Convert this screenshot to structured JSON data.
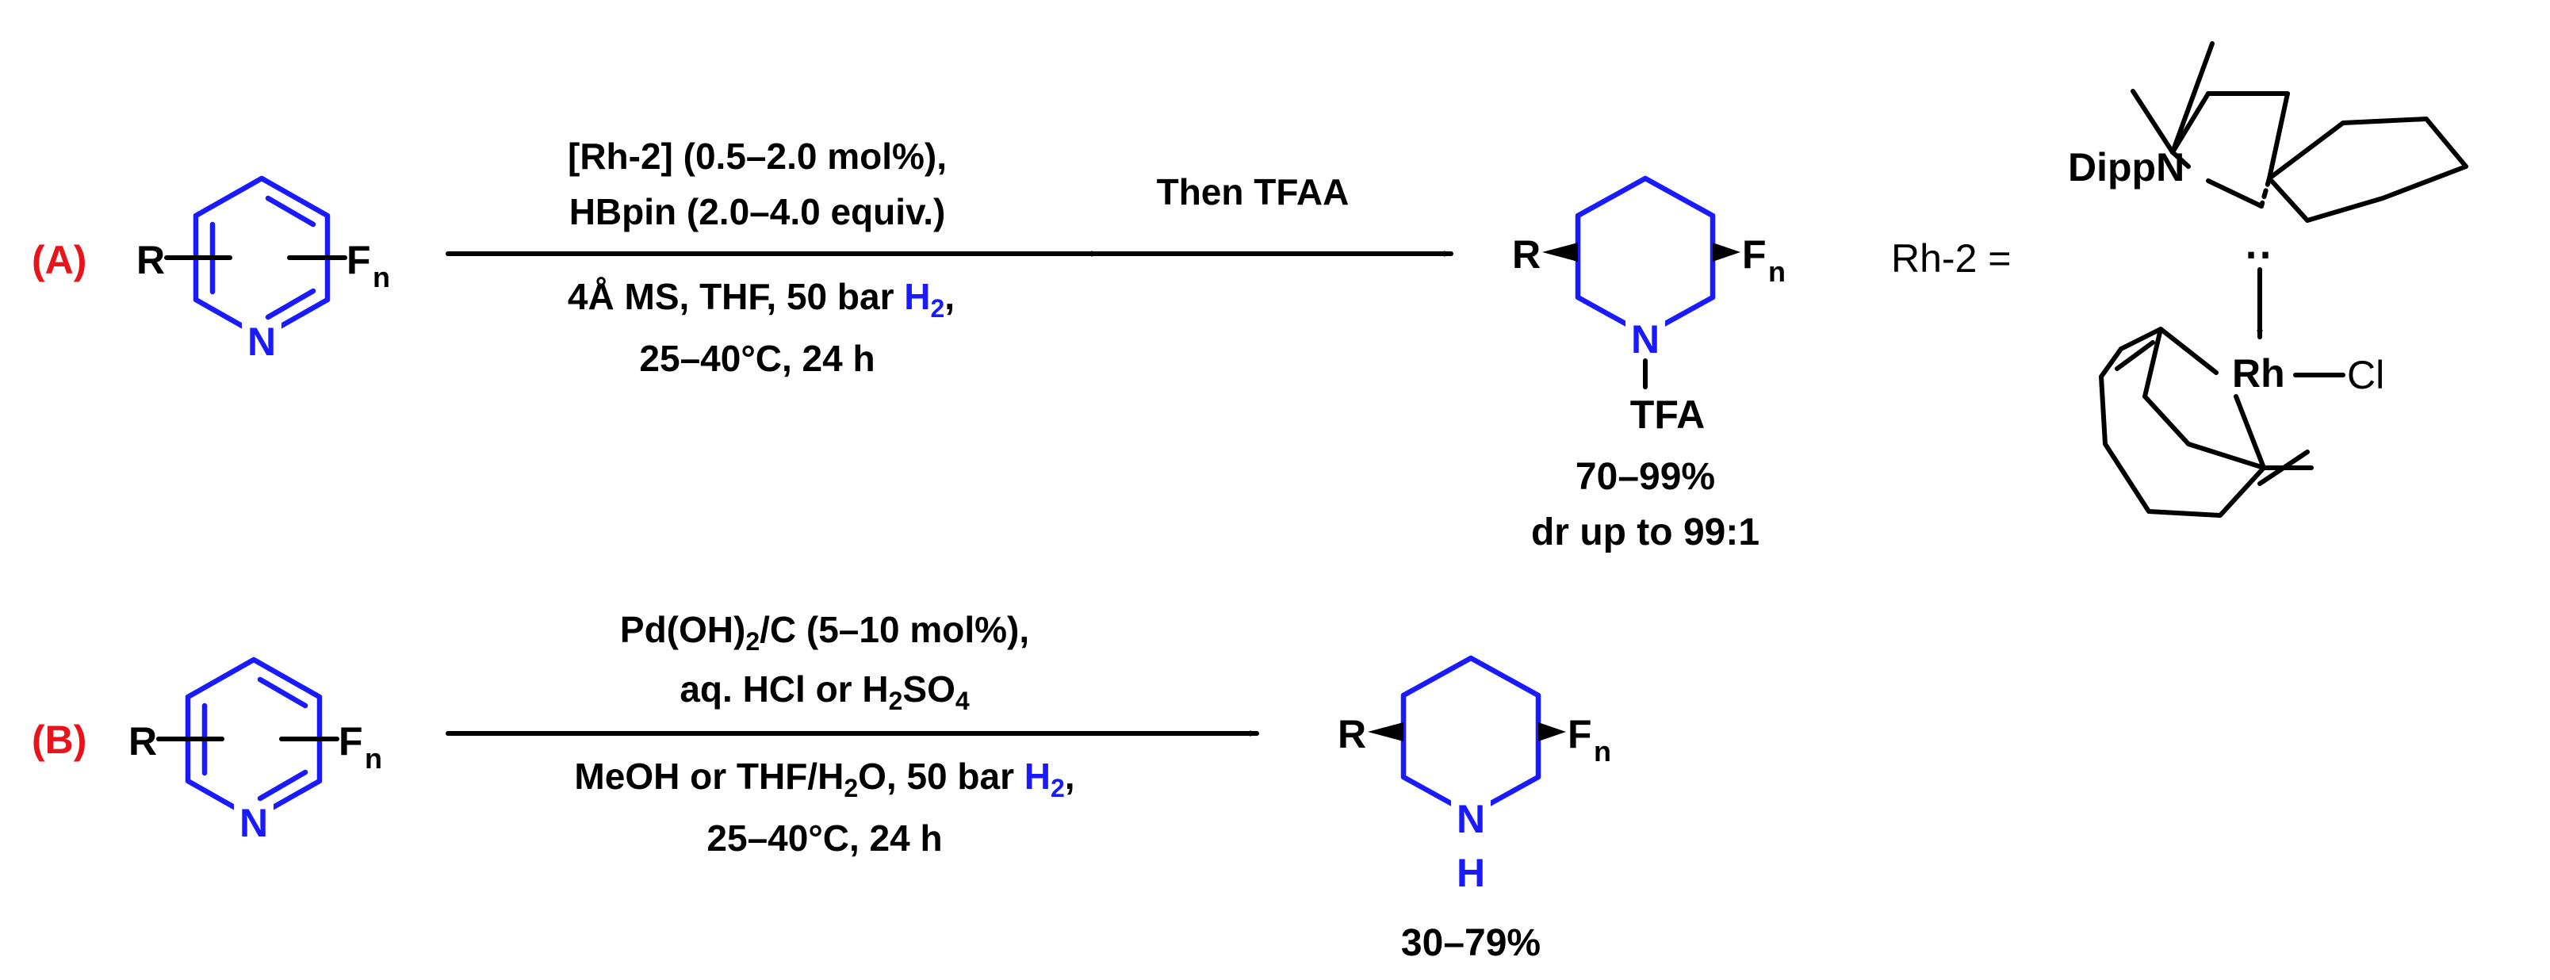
{
  "scheme_a": {
    "label": "(A)",
    "substrate": {
      "r": "R",
      "f": "F",
      "f_sub": "n",
      "n": "N"
    },
    "conditions_above_1": "[Rh-2] (0.5–2.0 mol%),",
    "conditions_above_2": "HBpin (2.0–4.0 equiv.)",
    "conditions_below_1": "4Å MS, THF, 50 bar ",
    "conditions_below_h": "H",
    "conditions_below_h_sub": "2",
    "conditions_below_end": ",",
    "conditions_below_2": "25–40°C, 24 h",
    "step2": "Then TFAA",
    "product": {
      "r": "R",
      "f": "F",
      "f_sub": "n",
      "n": "N",
      "protect": "TFA"
    },
    "yield": "70–99%",
    "dr": "dr up to 99:1"
  },
  "catalyst": {
    "label": "Rh-2 =",
    "dipp": "DippN",
    "rh": "Rh",
    "cl": "Cl",
    "lone_pair": "‥"
  },
  "scheme_b": {
    "label": "(B)",
    "substrate": {
      "r": "R",
      "f": "F",
      "f_sub": "n",
      "n": "N"
    },
    "conditions_above_1_a": "Pd(OH)",
    "conditions_above_1_sub": "2",
    "conditions_above_1_b": "/C (5–10 mol%),",
    "conditions_above_2_a": "aq. HCl or H",
    "conditions_above_2_sub1": "2",
    "conditions_above_2_b": "SO",
    "conditions_above_2_sub2": "4",
    "conditions_below_1_a": "MeOH or THF/H",
    "conditions_below_1_sub": "2",
    "conditions_below_1_b": "O, 50 bar ",
    "conditions_below_h": "H",
    "conditions_below_h_sub": "2",
    "conditions_below_end": ",",
    "conditions_below_2": "25–40°C, 24 h",
    "product": {
      "r": "R",
      "f": "F",
      "f_sub": "n",
      "n": "N",
      "h": "H"
    },
    "yield": "30–79%"
  },
  "colors": {
    "ring": "#1a1aff",
    "label": "#e8141b",
    "text": "#000000"
  }
}
